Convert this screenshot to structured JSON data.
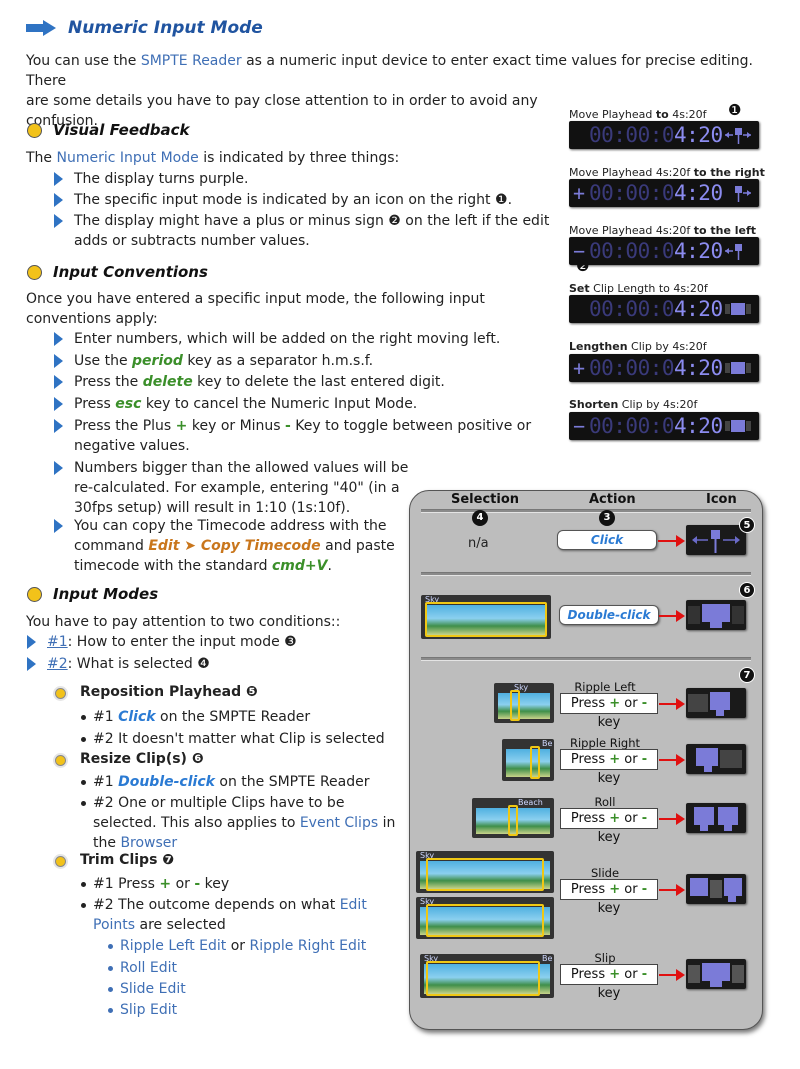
{
  "header": {
    "title": "Numeric Input Mode"
  },
  "intro": {
    "pre": "You can use the ",
    "link": "SMPTE Reader",
    "post": " as a numeric input device to enter exact time values for precise editing. There",
    "line2": "are some details you have to pay close attention to in order to avoid any",
    "line3": "confusion."
  },
  "visual": {
    "title": "Visual Feedback",
    "intro_pre": "The ",
    "intro_link": "Numeric Input Mode",
    "intro_post": " is indicated by three things:",
    "b1": "The display turns purple.",
    "b2_pre": "The specific input mode is indicated by an icon on the right ",
    "b2_num": "❶",
    "b2_post": ".",
    "b3_pre": "The display might have a plus or minus sign ",
    "b3_num": "❷",
    "b3_post": " on the left if the edit",
    "b3_l2": "adds or subtracts number values."
  },
  "conventions": {
    "title": "Input Conventions",
    "intro_l1": "Once you have entered a specific input mode, the following input",
    "intro_l2": "conventions apply:",
    "c1": "Enter numbers, which will be added on the right moving left.",
    "c2_pre": "Use the ",
    "c2_key": "period",
    "c2_post": " key as a separator h.m.s.f.",
    "c3_pre": "Press the ",
    "c3_key": "delete",
    "c3_post": " key to delete the last entered digit.",
    "c4_pre": "Press ",
    "c4_key": "esc",
    "c4_post": " key to cancel the Numeric Input Mode.",
    "c5_pre": "Press the Plus ",
    "c5_plus": "+",
    "c5_mid": " key or Minus ",
    "c5_minus": "-",
    "c5_post": " Key to toggle between positive or",
    "c5_l2": "negative values.",
    "c6_l1": "Numbers bigger than the allowed values will be",
    "c6_l2": "re-calculated. For example, entering \"40\" (in a",
    "c6_l3": "30fps setup) will result in 1:10 (1s:10f).",
    "c7_l1": "You can copy the Timecode address with the",
    "c7_l2_pre": "command ",
    "c7_l2_cmd": "Edit ➤ Copy Timecode",
    "c7_l2_post": " and paste",
    "c7_l3_pre": "timecode with the standard ",
    "c7_l3_key": "cmd+V",
    "c7_l3_post": "."
  },
  "modes": {
    "title": "Input Modes",
    "intro": "You have to pay attention to two conditions::",
    "m1_link": "#1",
    "m1_text": ": How to enter the input mode ",
    "m1_num": "❸",
    "m2_link": "#2",
    "m2_text": ": What is selected ",
    "m2_num": "❹",
    "reposition": {
      "title": "Reposition Playhead ",
      "num": "❺",
      "i1_pre": "#1 ",
      "i1_key": "Click",
      "i1_post": " on the SMPTE Reader",
      "i2": "#2 It doesn't matter what Clip is selected"
    },
    "resize": {
      "title": "Resize Clip(s) ",
      "num": "❻",
      "i1_pre": "#1 ",
      "i1_key": "Double-click",
      "i1_post": " on the SMPTE Reader",
      "i2_l1": "#2 One or multiple Clips have to be",
      "i2_l2_pre": "selected. This also applies to ",
      "i2_l2_link": "Event Clips",
      "i2_l2_post": " in",
      "i2_l3_pre": "the ",
      "i2_l3_link": "Browser"
    },
    "trim": {
      "title": "Trim Clips ",
      "num": "❼",
      "i1_pre": "#1 Press ",
      "i1_plus": "+",
      "i1_mid": " or ",
      "i1_minus": "-",
      "i1_post": " key",
      "i2_l1_pre": "#2 The outcome depends on what ",
      "i2_l1_link": "Edit",
      "i2_l2_link": "Points",
      "i2_l2_post": " are selected",
      "s1_a": "Ripple Left  Edit",
      "s1_or": " or ",
      "s1_b": "Ripple Right Edit",
      "s2": "Roll  Edit",
      "s3": "Slide Edit",
      "s4": "Slip Edit"
    }
  },
  "displays": [
    {
      "label_pre": "Move Playhead ",
      "label_bold": "to",
      "label_post": " 4s:20f",
      "sign": "",
      "dim": "00:00:0",
      "bright": "4:20"
    },
    {
      "label_pre": "Move Playhead 4s:20f ",
      "label_bold": "to the right",
      "label_post": "",
      "sign": "+",
      "dim": "00:00:0",
      "bright": "4:20"
    },
    {
      "label_pre": "Move Playhead 4s:20f ",
      "label_bold": "to the left",
      "label_post": "",
      "sign": "−",
      "dim": "00:00:0",
      "bright": "4:20"
    },
    {
      "label_pre": "",
      "label_bold": "Set",
      "label_post": " Clip Length to 4s:20f",
      "sign": "",
      "dim": "00:00:0",
      "bright": "4:20"
    },
    {
      "label_pre": "",
      "label_bold": "Lengthen",
      "label_post": " Clip by 4s:20f",
      "sign": "+",
      "dim": "00:00:0",
      "bright": "4:20"
    },
    {
      "label_pre": "",
      "label_bold": "Shorten",
      "label_post": " Clip by 4s:20f",
      "sign": "−",
      "dim": "00:00:0",
      "bright": "4:20"
    }
  ],
  "display_badges": {
    "b1": "❶",
    "b2": "❷"
  },
  "panel": {
    "col_selection": "Selection",
    "col_action": "Action",
    "col_icon": "Icon",
    "badge4": "4",
    "badge3": "3",
    "badge5": "5",
    "badge6": "6",
    "badge7": "7",
    "na": "n/a",
    "click": "Click",
    "double_click": "Double-click",
    "ripple_left": "Ripple Left",
    "ripple_right": "Ripple Right",
    "roll": "Roll",
    "slide": "Slide",
    "slip": "Slip",
    "key_pre": "Press ",
    "key_plus": "+",
    "key_mid": " or ",
    "key_minus": "-",
    "key_post": " key",
    "clip_sky": "Sky",
    "clip_beach": "Beach",
    "clip_be": "Be"
  }
}
